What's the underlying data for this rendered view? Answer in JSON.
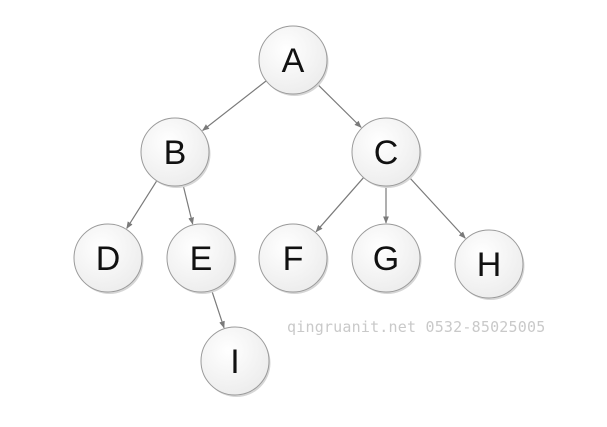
{
  "tree": {
    "nodes": [
      {
        "id": "A",
        "label": "A"
      },
      {
        "id": "B",
        "label": "B"
      },
      {
        "id": "C",
        "label": "C"
      },
      {
        "id": "D",
        "label": "D"
      },
      {
        "id": "E",
        "label": "E"
      },
      {
        "id": "F",
        "label": "F"
      },
      {
        "id": "G",
        "label": "G"
      },
      {
        "id": "H",
        "label": "H"
      },
      {
        "id": "I",
        "label": "I"
      }
    ],
    "edges": [
      {
        "from": "A",
        "to": "B"
      },
      {
        "from": "A",
        "to": "C"
      },
      {
        "from": "B",
        "to": "D"
      },
      {
        "from": "B",
        "to": "E"
      },
      {
        "from": "C",
        "to": "F"
      },
      {
        "from": "C",
        "to": "G"
      },
      {
        "from": "C",
        "to": "H"
      },
      {
        "from": "E",
        "to": "I"
      }
    ]
  },
  "watermark": {
    "text": "qingruanit.net 0532-85025005"
  }
}
